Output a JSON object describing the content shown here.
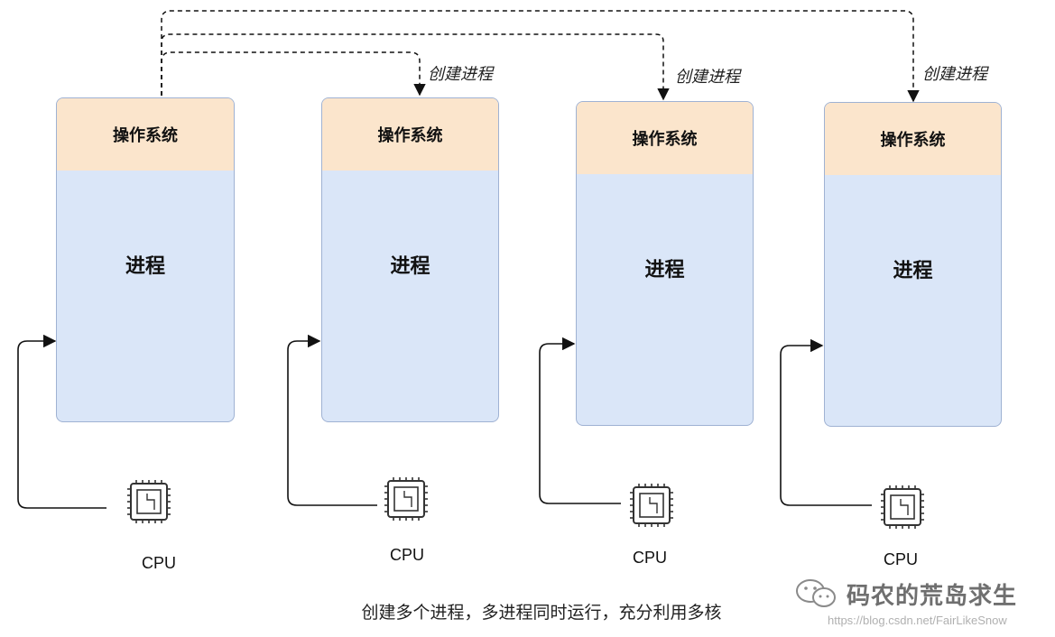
{
  "processes": [
    {
      "os_label": "操作系统",
      "process_label": "进程",
      "cpu_label": "CPU"
    },
    {
      "os_label": "操作系统",
      "process_label": "进程",
      "cpu_label": "CPU"
    },
    {
      "os_label": "操作系统",
      "process_label": "进程",
      "cpu_label": "CPU"
    },
    {
      "os_label": "操作系统",
      "process_label": "进程",
      "cpu_label": "CPU"
    }
  ],
  "create_labels": [
    "创建进程",
    "创建进程",
    "创建进程"
  ],
  "caption": "创建多个进程，多进程同时运行，充分利用多核",
  "watermark": {
    "name": "码农的荒岛求生",
    "url": "https://blog.csdn.net/FairLikeSnow"
  },
  "colors": {
    "os_band": "#fbe5cc",
    "process_fill": "#dae6f8",
    "process_border": "#9fb2d3",
    "line": "#111111"
  }
}
